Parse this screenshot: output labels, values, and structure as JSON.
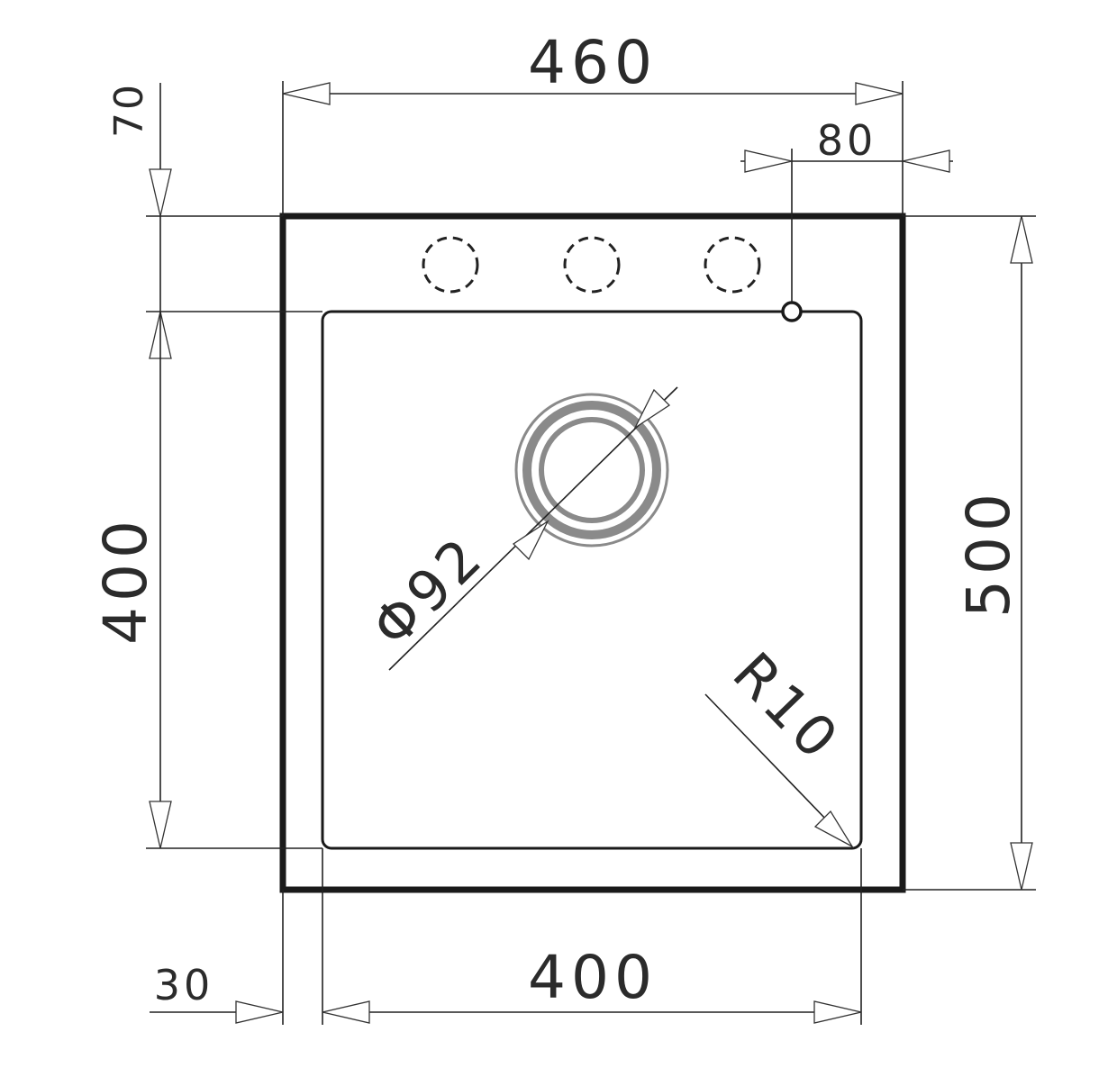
{
  "dimensions": {
    "overall_width": "460",
    "overall_height": "500",
    "basin_width": "400",
    "basin_height": "400",
    "top_margin": "70",
    "left_margin": "30",
    "faucet_offset": "80",
    "drain_diameter": "Φ92",
    "corner_radius": "R10"
  },
  "colors": {
    "outline": "#1a1a1a",
    "dimension_line": "#222222",
    "drain_ring": "#8a8a8a",
    "text": "#2b2b2b"
  }
}
